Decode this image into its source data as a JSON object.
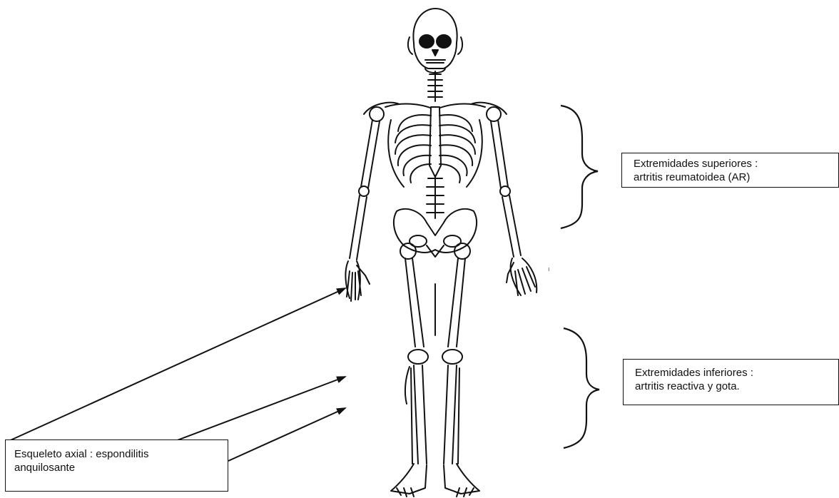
{
  "labels": {
    "upper": {
      "line1": "Extremidades superiores :",
      "line2": "artritis reumatoidea (AR)"
    },
    "lower": {
      "line1": "Extremidades inferiores :",
      "line2": "artritis reactiva y gota."
    },
    "axial": {
      "line1": "Esqueleto axial : espondilitis",
      "line2": "anquilosante"
    }
  },
  "stray_mark": "ı",
  "colors": {
    "ink": "#111111",
    "background": "#ffffff"
  }
}
